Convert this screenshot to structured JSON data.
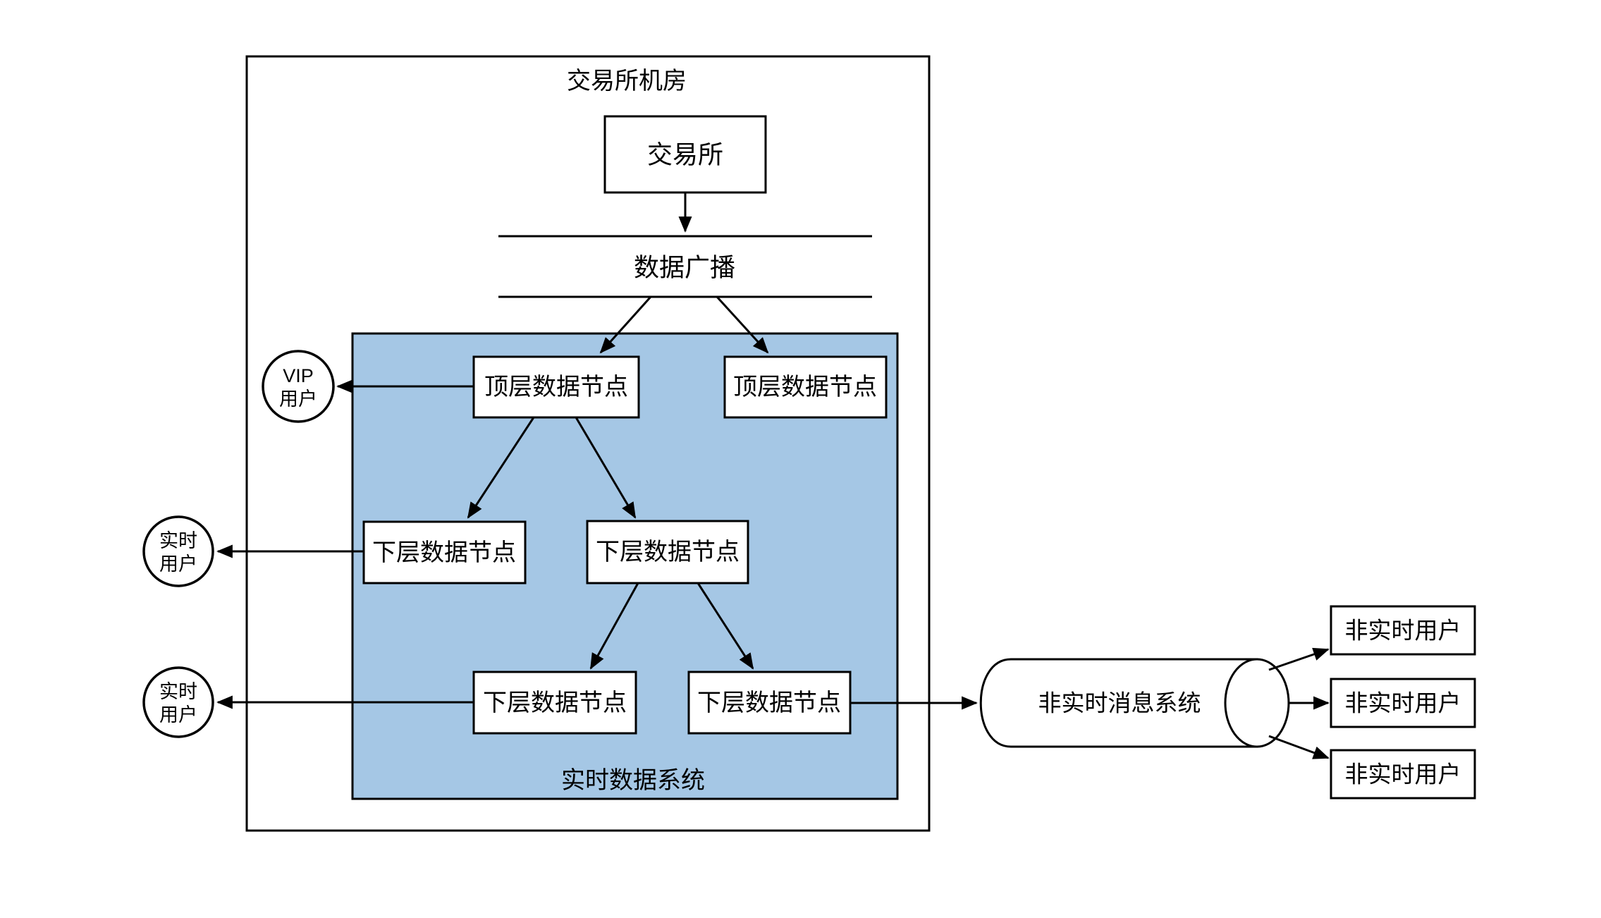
{
  "colors": {
    "canvas_bg": "#ffffff",
    "node_fill": "#ffffff",
    "realtime_bg": "#a5c7e5",
    "stroke": "#000000"
  },
  "outer": {
    "label": "交易所机房"
  },
  "exchange": {
    "label": "交易所"
  },
  "broadcast": {
    "label": "数据广播"
  },
  "realtime_system": {
    "label": "实时数据系统"
  },
  "top_nodes": [
    {
      "label": "顶层数据节点"
    },
    {
      "label": "顶层数据节点"
    }
  ],
  "lower_nodes": [
    {
      "label": "下层数据节点"
    },
    {
      "label": "下层数据节点"
    },
    {
      "label": "下层数据节点"
    },
    {
      "label": "下层数据节点"
    }
  ],
  "vip_user": {
    "line1": "VIP",
    "line2": "用户"
  },
  "realtime_users": [
    {
      "line1": "实时",
      "line2": "用户"
    },
    {
      "line1": "实时",
      "line2": "用户"
    }
  ],
  "message_system": {
    "label": "非实时消息系统"
  },
  "non_realtime_users": [
    {
      "label": "非实时用户"
    },
    {
      "label": "非实时用户"
    },
    {
      "label": "非实时用户"
    }
  ]
}
